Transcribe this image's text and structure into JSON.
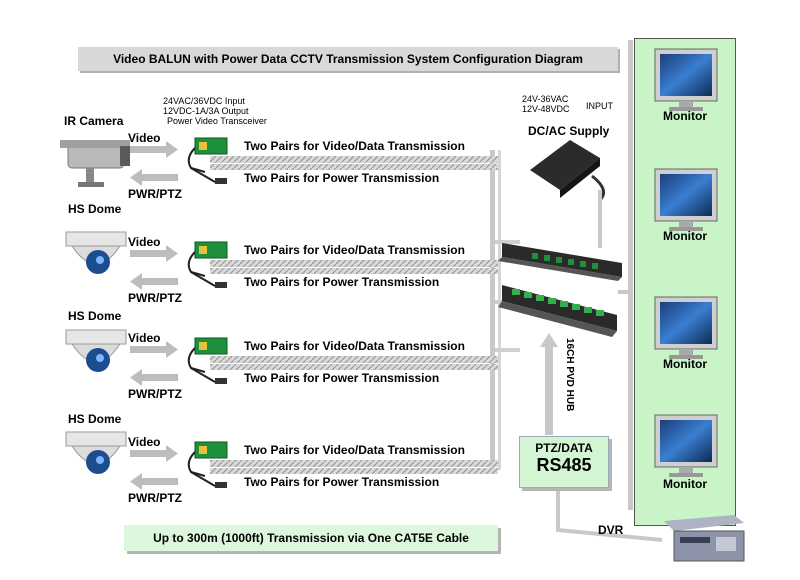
{
  "title": "Video BALUN with Power Data CCTV Transmission System Configuration Diagram",
  "footer": "Up to 300m (1000ft) Transmission via One CAT5E Cable",
  "transceiver_note": {
    "line1": "24VAC/36VDC Input",
    "line2": "12VDC-1A/3A Output",
    "line3": "Power Video Transceiver"
  },
  "supply": {
    "input_line1": "24V-36VAC",
    "input_line2": "12V-48VDC",
    "input_tag": "INPUT",
    "label": "DC/AC Supply"
  },
  "sources": [
    {
      "name": "IR Camera",
      "video": "Video",
      "pwr": "PWR/PTZ",
      "cable1": "Two Pairs for Video/Data Transmission",
      "cable2": "Two Pairs for Power Transmission"
    },
    {
      "name": "HS Dome",
      "video": "Video",
      "pwr": "PWR/PTZ",
      "cable1": "Two Pairs for Video/Data Transmission",
      "cable2": "Two Pairs for Power Transmission"
    },
    {
      "name": "HS Dome",
      "video": "Video",
      "pwr": "PWR/PTZ",
      "cable1": "Two Pairs for Video/Data Transmission",
      "cable2": "Two Pairs for Power Transmission"
    },
    {
      "name": "HS Dome",
      "video": "Video",
      "pwr": "PWR/PTZ",
      "cable1": "Two Pairs for Video/Data Transmission",
      "cable2": "Two Pairs for Power Transmission"
    }
  ],
  "hub_label": "16CH PVD HUB",
  "rs485": {
    "line1": "PTZ/DATA",
    "line2": "RS485"
  },
  "monitors": [
    "Monitor",
    "Monitor",
    "Monitor",
    "Monitor"
  ],
  "dvr": "DVR",
  "colors": {
    "monitor_panel": "#c8f4c8",
    "footer_box": "#dcf7dc",
    "title_box": "#d8d8d8",
    "cable": "#c8c8c8",
    "arrow": "#bdbdbd"
  }
}
